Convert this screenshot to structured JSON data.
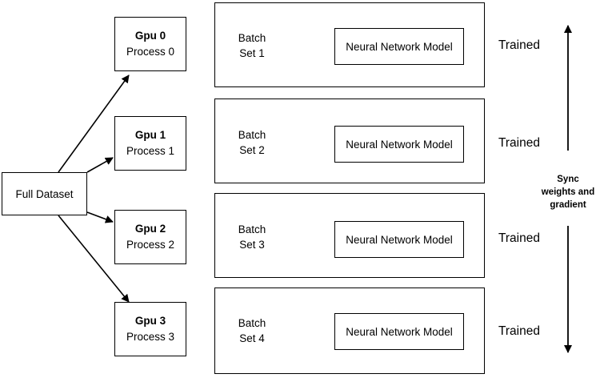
{
  "full_dataset": "Full Dataset",
  "gpus": [
    {
      "name": "Gpu 0",
      "process": "Process 0"
    },
    {
      "name": "Gpu 1",
      "process": "Process 1"
    },
    {
      "name": "Gpu 2",
      "process": "Process 2"
    },
    {
      "name": "Gpu 3",
      "process": "Process 3"
    }
  ],
  "panels": [
    {
      "batch_line1": "Batch",
      "batch_line2": "Set 1",
      "model": "Neural Network Model",
      "status": "Trained"
    },
    {
      "batch_line1": "Batch",
      "batch_line2": "Set 2",
      "model": "Neural Network Model",
      "status": "Trained"
    },
    {
      "batch_line1": "Batch",
      "batch_line2": "Set 3",
      "model": "Neural Network Model",
      "status": "Trained"
    },
    {
      "batch_line1": "Batch",
      "batch_line2": "Set 4",
      "model": "Neural Network Model",
      "status": "Trained"
    }
  ],
  "sync_label": [
    "Sync",
    "weights and",
    "gradient"
  ],
  "colors": {
    "line": "#000000",
    "cylinder_fill": "#d9d9d9",
    "background": "#ffffff"
  }
}
